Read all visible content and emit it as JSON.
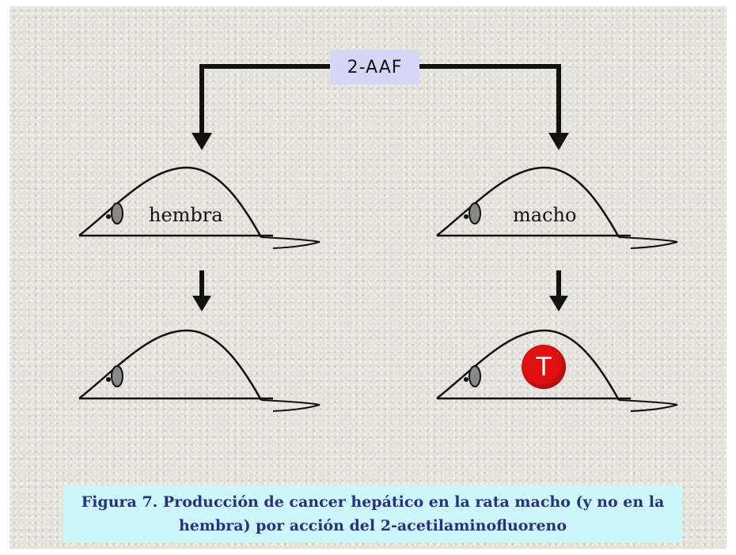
{
  "agent": {
    "label": "2-AAF"
  },
  "rats": {
    "female": {
      "label": "hembra"
    },
    "male": {
      "label": "macho"
    }
  },
  "tumor": {
    "symbol": "T",
    "color": "#e01010"
  },
  "caption": {
    "line1": "Figura 7. Producción de cancer hepático en la rata macho (y no en la",
    "line2": "hembra) por acción del 2-acetilaminofluoreno"
  },
  "colors": {
    "agent_box": "#d6d6f7",
    "caption_box": "#ccf7fb",
    "caption_text": "#2a2f86"
  }
}
